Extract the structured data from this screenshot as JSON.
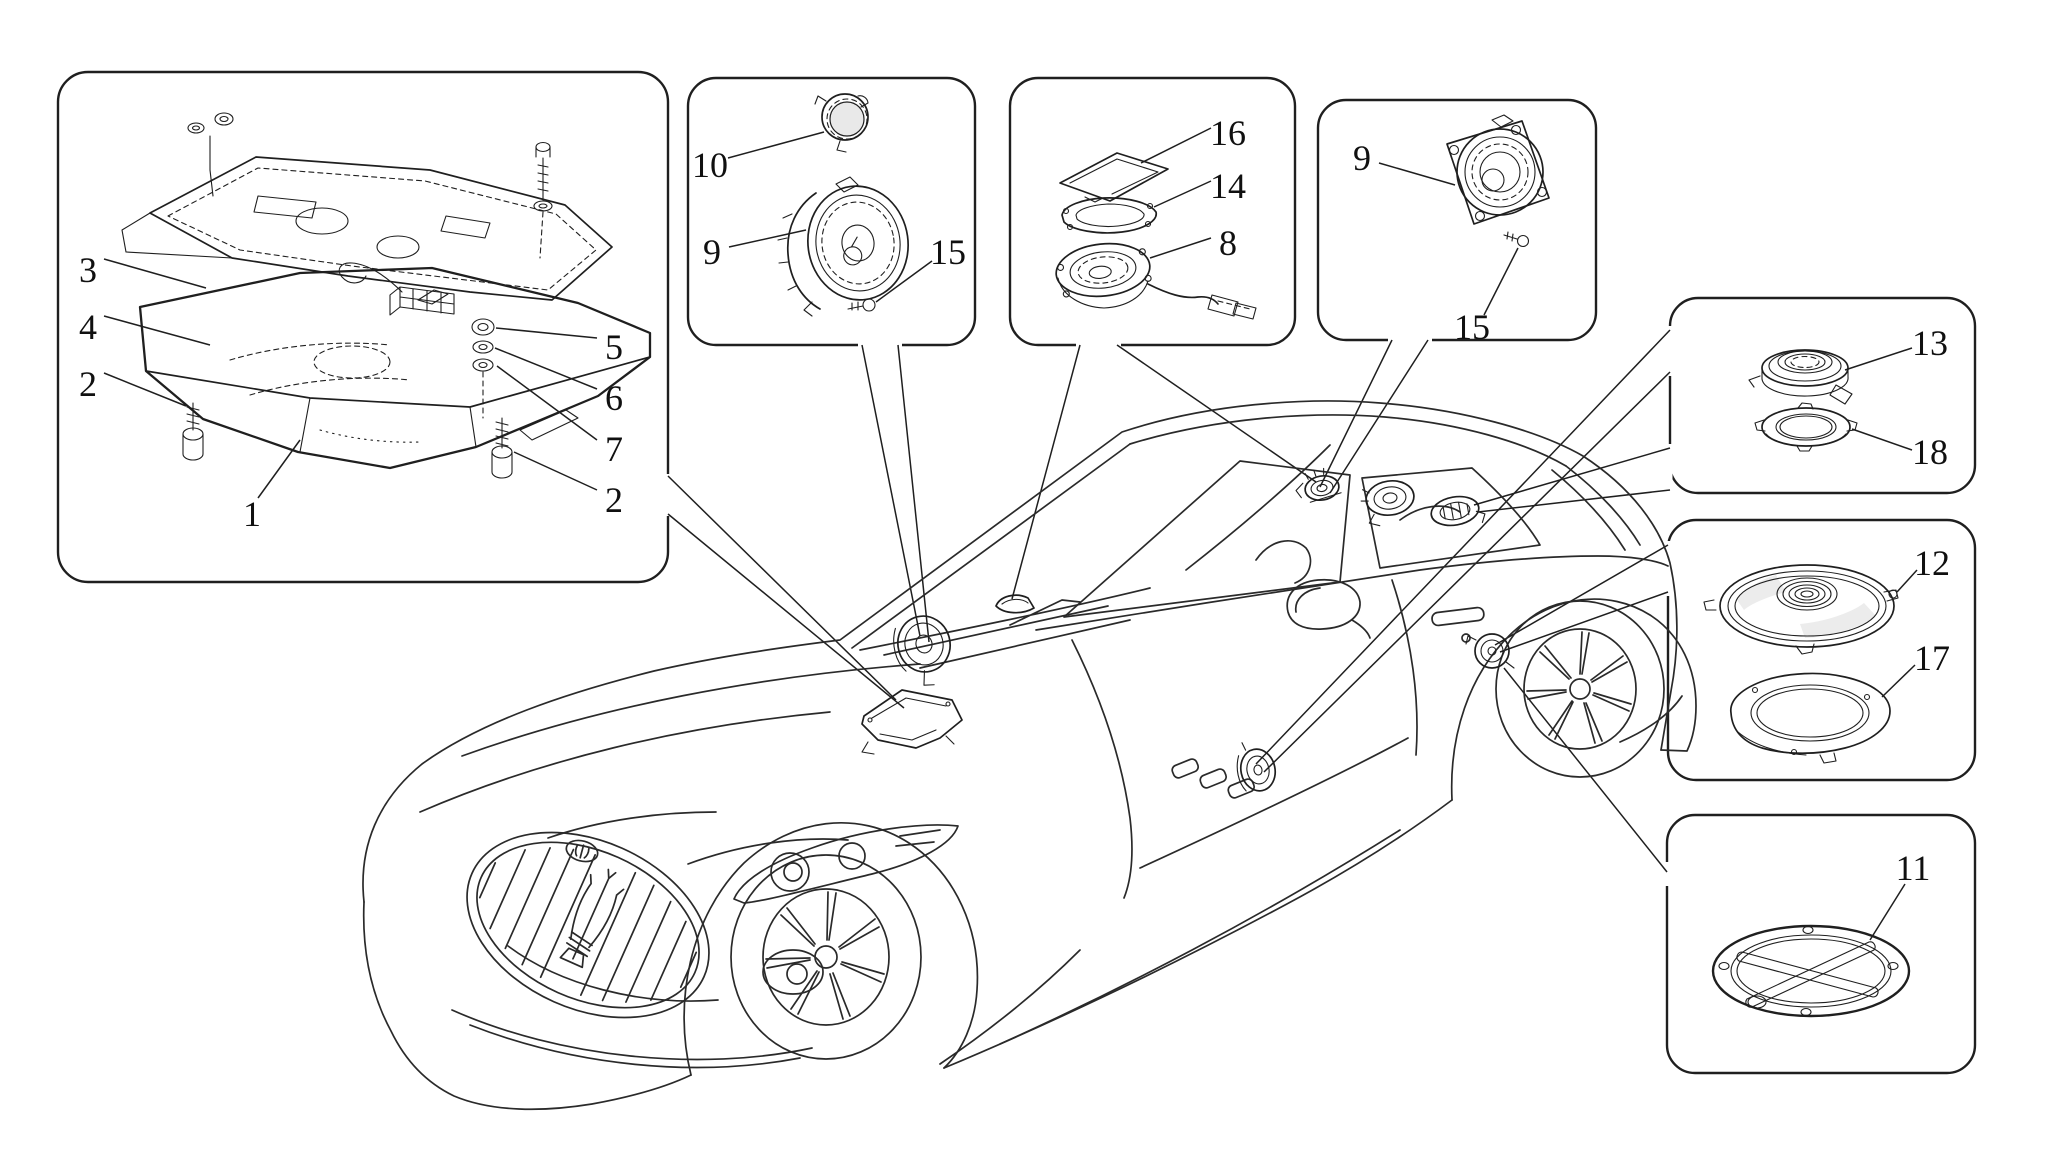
{
  "diagram": {
    "type": "exploded-parts-diagram",
    "subject": "coupe sound diffusion system speakers",
    "colors": {
      "line": "#1f1f1f",
      "background": "#ffffff",
      "shade": "#e9e9e9"
    },
    "panels": {
      "subwoofer_assembly": {
        "callouts": {
          "c3": "3",
          "c4": "4",
          "c2_left": "2",
          "c1": "1",
          "c5": "5",
          "c6": "6",
          "c7": "7",
          "c2_right": "2"
        }
      },
      "front_door_speaker": {
        "callouts": {
          "c10": "10",
          "c9": "9",
          "c15": "15"
        }
      },
      "dashboard_speaker": {
        "callouts": {
          "c16": "16",
          "c14": "14",
          "c8": "8"
        }
      },
      "rear_speaker": {
        "callouts": {
          "c9": "9",
          "c15": "15"
        }
      },
      "tweeter_housing": {
        "callouts": {
          "c13": "13",
          "c18": "18"
        }
      },
      "rear_shelf_speaker": {
        "callouts": {
          "c12": "12",
          "c17": "17"
        }
      },
      "speaker_grille_plate": {
        "callouts": {
          "c11": "11"
        }
      }
    }
  }
}
